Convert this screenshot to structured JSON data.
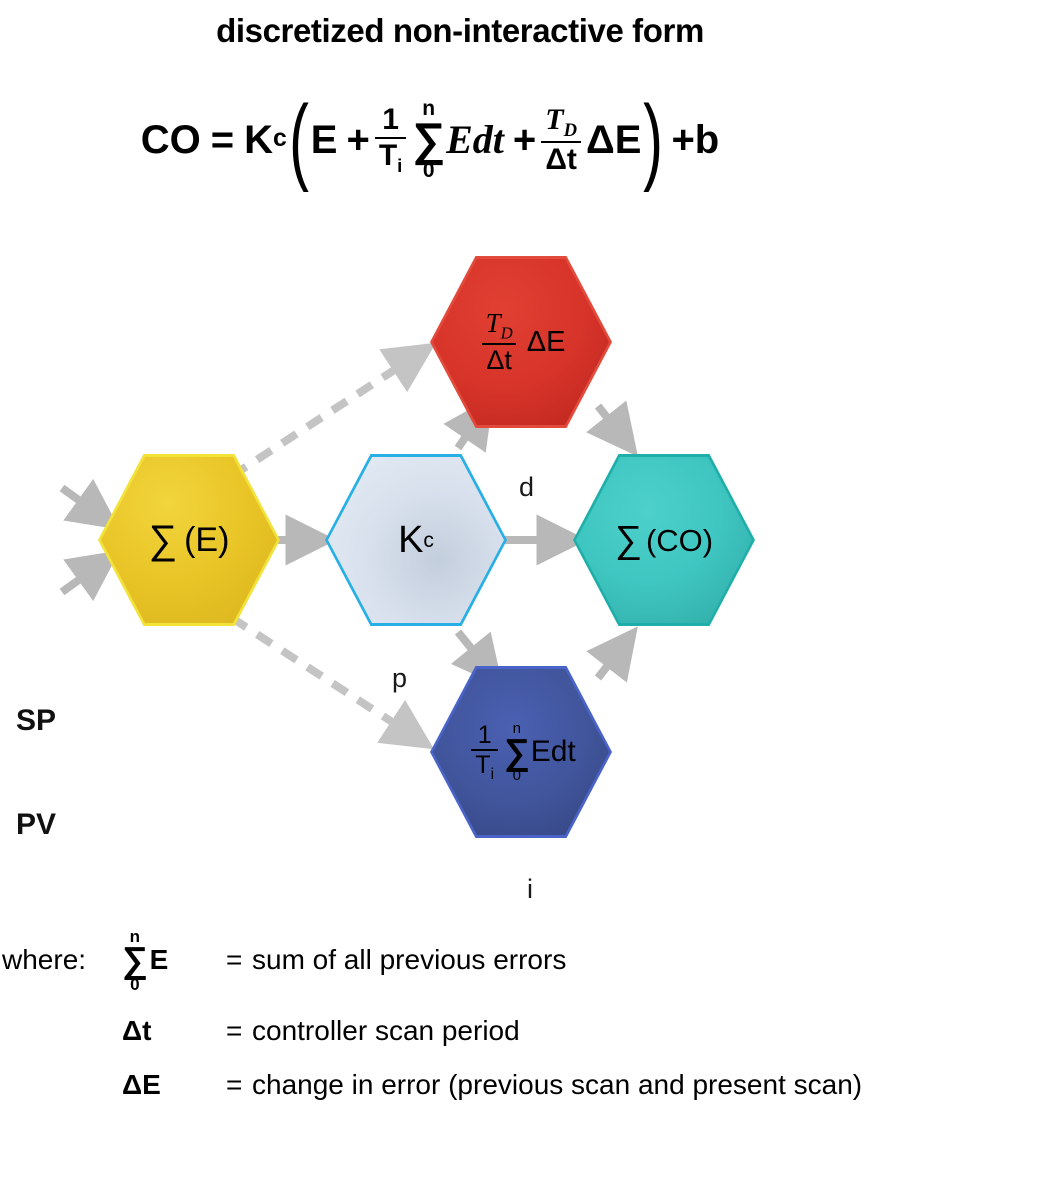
{
  "title": "discretized non-interactive form",
  "equation": {
    "lhs": "CO",
    "equals": "=",
    "gain": "K",
    "gain_sub": "c",
    "open_paren": "(",
    "error_term": "E",
    "plus1": "+",
    "inv_ti_num": "1",
    "inv_ti_den": "T",
    "inv_ti_den_sub": "i",
    "sigma": "∑",
    "sigma_upper": "n",
    "sigma_lower": "0",
    "integrand": "Edt",
    "plus2": "+",
    "td_num": "T",
    "td_num_sub": "D",
    "td_den": "Δt",
    "delta_e": "ΔE",
    "close_paren": ")",
    "plus3": "+",
    "bias": "b"
  },
  "diagram": {
    "inputs": [
      {
        "name": "setpoint",
        "label": "SP"
      },
      {
        "name": "process-variable",
        "label": "PV"
      }
    ],
    "node_captions": {
      "derivative": "d",
      "proportional": "p",
      "integral": "i"
    },
    "nodes": [
      {
        "id": "error",
        "caption": "",
        "color": "#E9C527",
        "border": "#F2E23A",
        "text_sigma": "∑",
        "text_body": "(E)"
      },
      {
        "id": "gain",
        "caption": "p",
        "color": "#D7E0EC",
        "border": "#27AFE6",
        "text_main": "K",
        "text_sub": "c"
      },
      {
        "id": "derivative",
        "caption": "d",
        "color": "#D8342A",
        "border": "#E24A3C",
        "num": "T",
        "num_sub": "D",
        "den": "Δt",
        "tail": "ΔE"
      },
      {
        "id": "integral",
        "caption": "i",
        "color": "#41559C",
        "border": "#4A63C8",
        "num": "1",
        "den": "T",
        "den_sub": "i",
        "sigma": "∑",
        "sigma_upper": "n",
        "sigma_lower": "0",
        "integrand": "Edt"
      },
      {
        "id": "output",
        "caption": "",
        "color": "#3FC6C1",
        "border": "#1FAFAA",
        "text_sigma": "∑",
        "text_body": "(CO)"
      }
    ]
  },
  "legend": {
    "where_label": "where:",
    "rows": [
      {
        "symbol_kind": "sigma",
        "sigma": "∑",
        "sigma_upper": "n",
        "sigma_lower": "0",
        "symbol_tail": "E",
        "equals": "=",
        "description": "sum of all previous errors"
      },
      {
        "symbol_kind": "plain",
        "symbol": "Δt",
        "equals": "=",
        "description": "controller scan period"
      },
      {
        "symbol_kind": "plain",
        "symbol": "ΔE",
        "equals": "=",
        "description": "change in error (previous scan and present scan)"
      }
    ]
  },
  "colors": {
    "yellow": "#E9C527",
    "red": "#D8342A",
    "teal": "#3FC6C1",
    "blue": "#41559C",
    "lightblue": "#D7E0EC",
    "arrow_gray": "#B8B8B8"
  }
}
